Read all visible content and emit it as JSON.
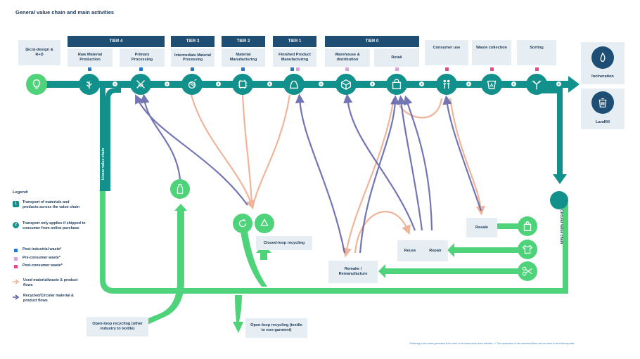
{
  "title": "General value chain and main activities",
  "tiers": [
    {
      "id": "tier4",
      "label": "TIER 4"
    },
    {
      "id": "tier3",
      "label": "TIER 3"
    },
    {
      "id": "tier2",
      "label": "TIER 2"
    },
    {
      "id": "tier1",
      "label": "TIER 1"
    },
    {
      "id": "tier0",
      "label": "TIER 0"
    }
  ],
  "stages": {
    "eco_design": "(Eco)-design & R+D",
    "raw_material": "Raw Material Production",
    "primary": "Primary Processing",
    "intermediate": "Intermediate Material Processing",
    "material_mfg": "Material Manufacturing",
    "finished": "Finished Product Manufacturing",
    "warehouse": "Warehouse & distribution",
    "retail": "Retail",
    "consumer": "Consumer use",
    "waste_collection": "Waste collection",
    "sorting": "Sorting"
  },
  "end_of_life": {
    "incineration": "Incineration",
    "landfill": "Landfill"
  },
  "flows": {
    "linear": "Linear value chain",
    "circular": "Circular value chain"
  },
  "destinations": {
    "resale": "Resale",
    "reuse": "Reuse",
    "repair": "Repair",
    "remake": "Remake / Remanufacture",
    "closed_loop": "Closed-loop recycling",
    "open_loop_in": "Open-loop recycling (other industry to textile)",
    "open_loop_out": "Open-loop recycling (textile to non-garment)"
  },
  "legend": {
    "title": "Legend:",
    "items": [
      {
        "icon": "1",
        "label": "Transport of materials and products across the value chain"
      },
      {
        "icon": "2",
        "label": "Transport only applies if shipped to consumer from online purchase"
      },
      {
        "label": "Post-industrial waste*",
        "color": "#1f78c8"
      },
      {
        "label": "Pre-consumer waste*",
        "color": "#d9a3d6"
      },
      {
        "label": "Post-consumer waste*",
        "color": "#e8478f"
      },
      {
        "label": "Used material/waste & product flows",
        "color": "#f0b49a"
      },
      {
        "label": "Recycled/Circular material & product flows",
        "color": "#5b5ea8"
      }
    ]
  },
  "footnote": "*Referring to the waste generated at the level of the linear value chain activities. ** The explanation of the numbered flows can be found in the following slide",
  "colors": {
    "navy": "#1e4e73",
    "teal": "#12908b",
    "green": "#4fd37a",
    "peach": "#f0b49a",
    "purple": "#5b5ea8",
    "box": "#e6eef3"
  }
}
